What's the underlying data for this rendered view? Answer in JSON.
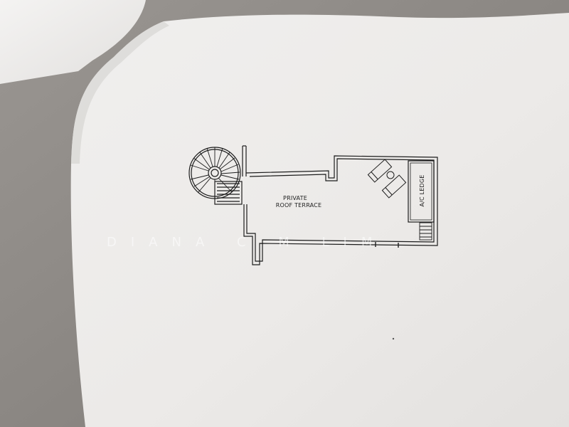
{
  "plan": {
    "room_line1": "PRIVATE",
    "room_line2": "ROOF TERRACE",
    "ledge_label": "A/C LEDGE"
  },
  "watermark": "DIANA C M LIM",
  "colors": {
    "table_left": "#8e8a86",
    "table_bottom": "#7f7b78",
    "paper": "#ecebea",
    "paper_shadow": "#d9d7d5",
    "ink": "#1d1d1d"
  }
}
